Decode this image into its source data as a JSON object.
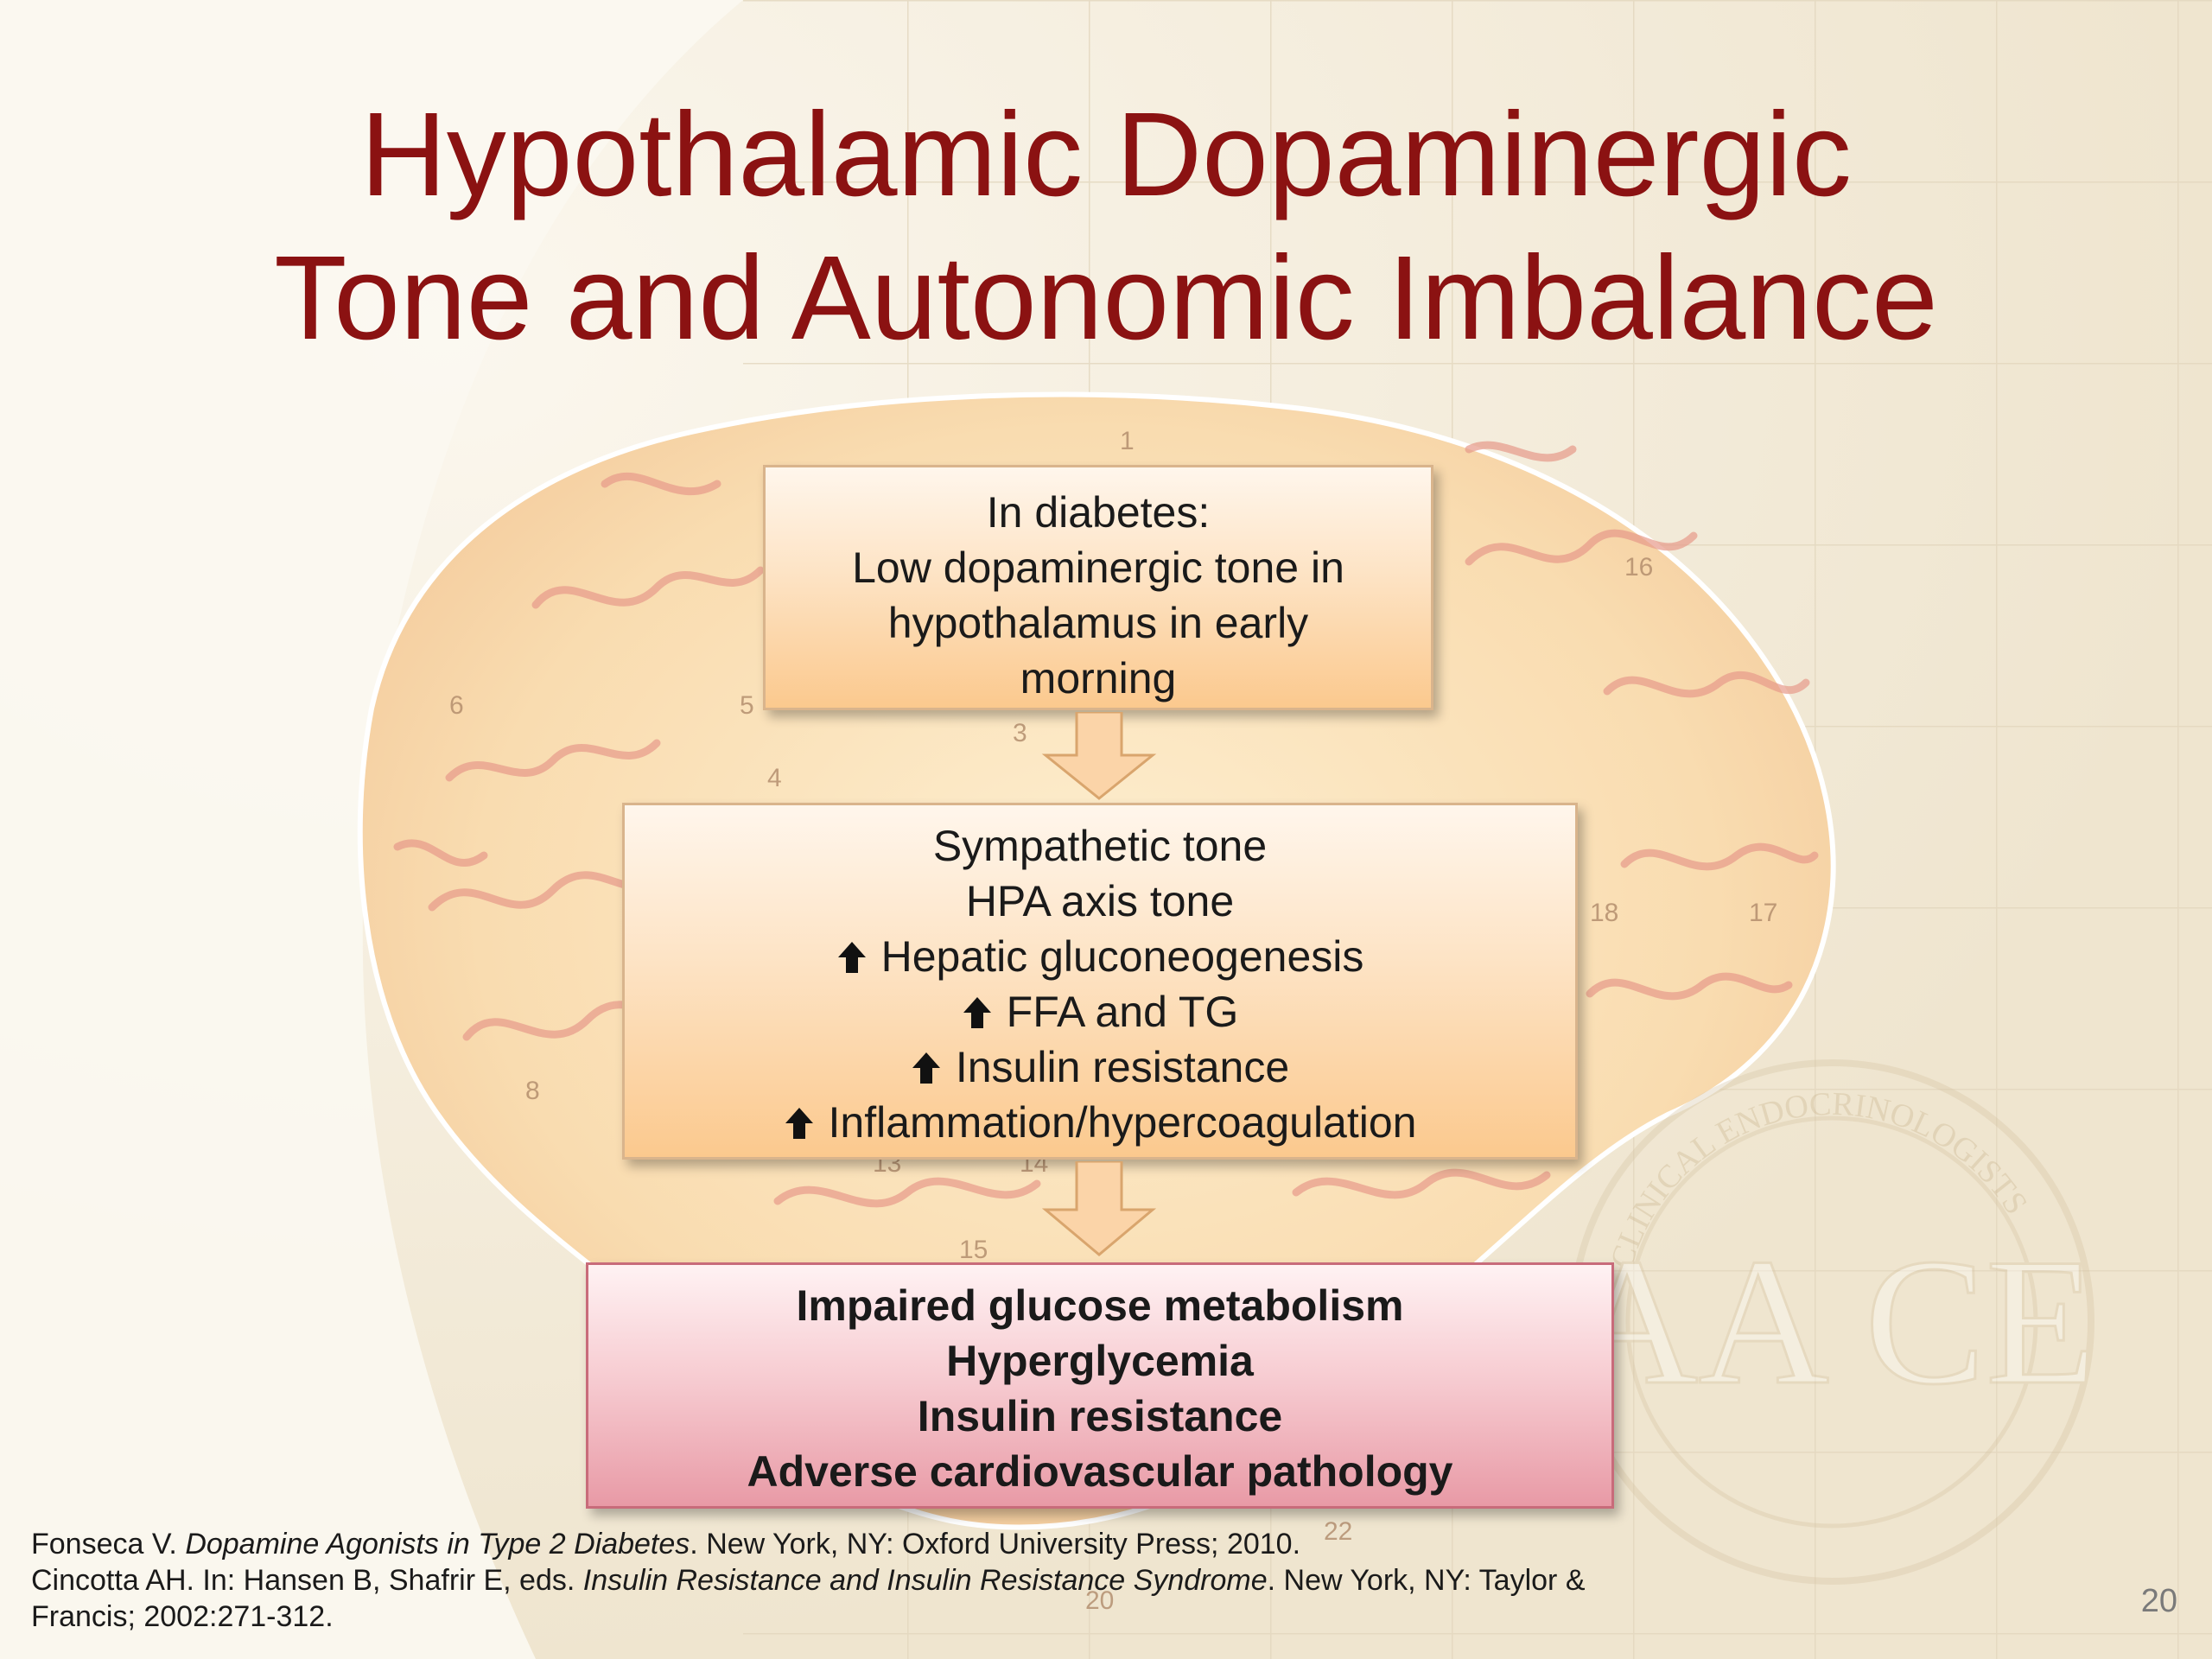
{
  "slide": {
    "title_lines": [
      "Hypothalamic Dopaminergic",
      "Tone and Autonomic Imbalance"
    ],
    "page_number": "20",
    "colors": {
      "title": "#8b1212",
      "box_orange": "#fbc98e",
      "box_red": "#e89aa6",
      "background": "#f6f0e2"
    }
  },
  "flow": {
    "box_top": {
      "lines": [
        "In diabetes:",
        "Low dopaminergic tone in",
        "hypothalamus in early",
        "morning"
      ]
    },
    "box_mid": {
      "lines": [
        {
          "text": "Sympathetic tone",
          "arrow": false
        },
        {
          "text": "HPA axis tone",
          "arrow": false
        },
        {
          "text": "Hepatic gluconeogenesis",
          "arrow": true
        },
        {
          "text": "FFA and TG",
          "arrow": true
        },
        {
          "text": "Insulin resistance",
          "arrow": true
        },
        {
          "text": "Inflammation/hypercoagulation",
          "arrow": true
        }
      ],
      "arrow_icon": "up-arrow-icon"
    },
    "box_bottom": {
      "lines": [
        "Impaired glucose metabolism",
        "Hyperglycemia",
        "Insulin resistance",
        "Adverse cardiovascular pathology"
      ]
    }
  },
  "background": {
    "brain_labels": [
      "1",
      "16",
      "5",
      "3",
      "4",
      "6",
      "18",
      "17",
      "8",
      "13",
      "14",
      "15",
      "22",
      "20"
    ],
    "seal_text": "AA CE",
    "seal_ring_text": "CLINICAL ENDOCRINOLOGISTS"
  },
  "references": {
    "ref1": {
      "pre": "Fonseca V. ",
      "italic": "Dopamine Agonists in Type 2 Diabetes",
      "post": ". New York, NY: Oxford University Press; 2010."
    },
    "ref2": {
      "pre": "Cincotta AH. In: Hansen B, Shafrir E, eds. ",
      "italic": "Insulin Resistance and Insulin Resistance Syndrome",
      "post": ". New York, NY: Taylor & Francis; 2002:271-312."
    }
  }
}
